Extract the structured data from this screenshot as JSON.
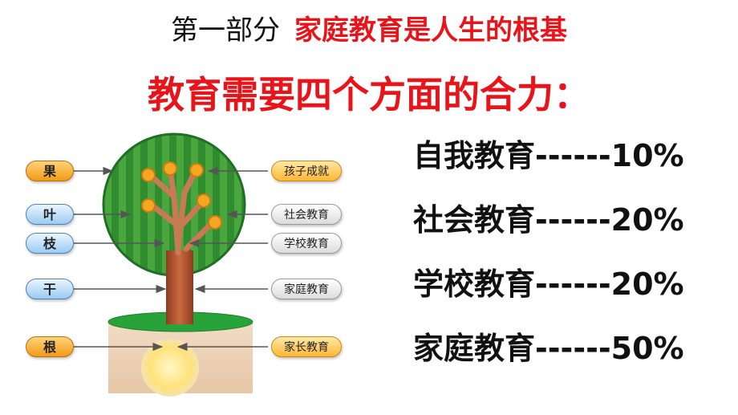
{
  "header": {
    "part": "第一部分",
    "topic": "家庭教育是人生的根基"
  },
  "subtitle": "教育需要四个方面的合力：",
  "diagram": {
    "left_labels": [
      "果",
      "叶",
      "枝",
      "干",
      "根"
    ],
    "right_labels": [
      "孩子成就",
      "社会教育",
      "学校教育",
      "家庭教育",
      "家长教育"
    ]
  },
  "stats": [
    {
      "text": "自我教育------10%",
      "percent": 10
    },
    {
      "text": "社会教育------20%",
      "percent": 20
    },
    {
      "text": "学校教育------20%",
      "percent": 20
    },
    {
      "text": "家庭教育------50%",
      "percent": 50
    }
  ],
  "colors": {
    "title_red": "#e8141a",
    "canopy_green": "#2e8b2e",
    "trunk": "#b5502e",
    "fruit_orange": "#f5a623"
  }
}
